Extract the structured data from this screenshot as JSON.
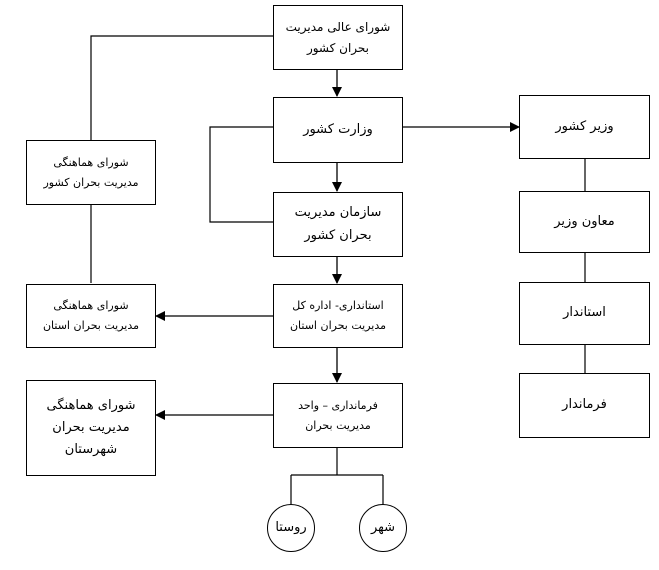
{
  "nodes": {
    "supreme_council": "شورای عالی مدیریت\nبحران کشور",
    "ministry_interior": "وزارت کشور",
    "crisis_org": "سازمان مدیریت\nبحران کشور",
    "governorate": "استانداری- اداره کل\nمدیریت بحران استان",
    "county_governorship": "فرمانداری – واحد\nمدیریت بحران",
    "city": "شهر",
    "village": "روستا",
    "coord_council_national": "شورای هماهنگی\nمدیریت بحران کشور",
    "coord_council_province": "شورای هماهنگی\nمدیریت بحران استان",
    "coord_council_county": "شورای هماهنگی\nمدیریت بحران\nشهرستان",
    "minister": "وزیر کشور",
    "deputy_minister": "معاون وزیر",
    "governor": "استاندار",
    "county_governor": "فرماندار"
  }
}
